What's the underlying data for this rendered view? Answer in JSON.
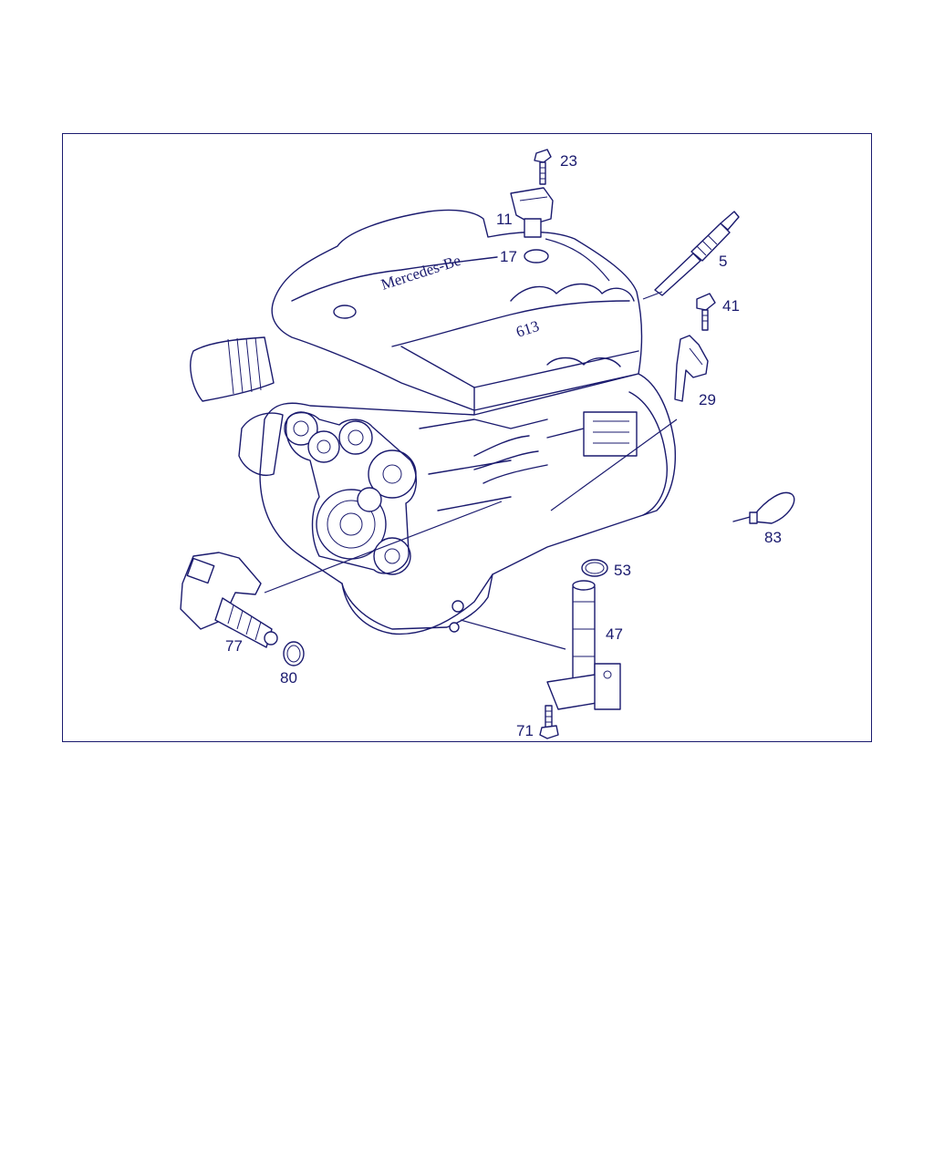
{
  "diagram": {
    "engine_brand_text": "Mercedes-Be",
    "engine_code_text": "613",
    "callouts": [
      {
        "id": "23",
        "label": "23"
      },
      {
        "id": "11",
        "label": "11"
      },
      {
        "id": "17",
        "label": "17"
      },
      {
        "id": "5",
        "label": "5"
      },
      {
        "id": "41",
        "label": "41"
      },
      {
        "id": "29",
        "label": "29"
      },
      {
        "id": "83",
        "label": "83"
      },
      {
        "id": "53",
        "label": "53"
      },
      {
        "id": "47",
        "label": "47"
      },
      {
        "id": "77",
        "label": "77"
      },
      {
        "id": "80",
        "label": "80"
      },
      {
        "id": "71",
        "label": "71"
      }
    ],
    "line_color": "#1a1a6e"
  }
}
